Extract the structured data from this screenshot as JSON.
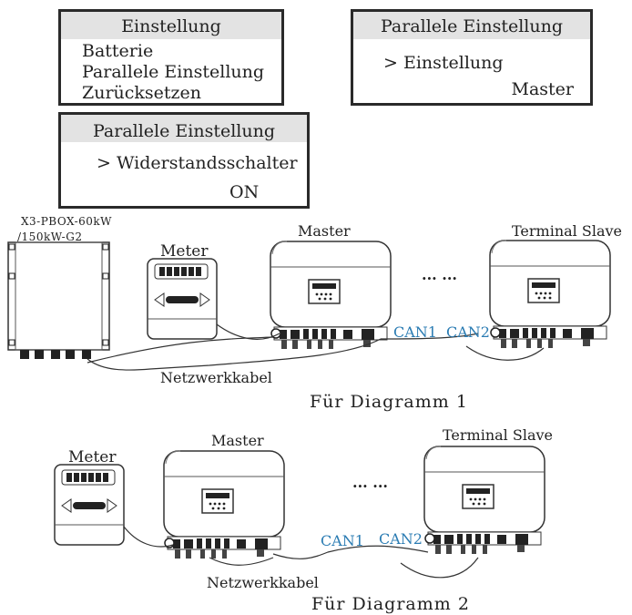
{
  "menu_main": {
    "title": "Einstellung",
    "items": [
      "Batterie",
      "Parallele Einstellung",
      "Zurücksetzen"
    ]
  },
  "menu_parallel": {
    "title": "Parallele Einstellung",
    "item": "> Einstellung",
    "value": "Master"
  },
  "menu_resistor": {
    "title": "Parallele Einstellung",
    "item": "> Widerstandsschalter",
    "value": "ON"
  },
  "diagram1": {
    "pbox_label_1": "X3-PBOX-60kW",
    "pbox_label_2": "/150kW-G2",
    "meter": "Meter",
    "master": "Master",
    "slave": "Terminal Slave",
    "dots": "... ...",
    "can1": "CAN1",
    "can2": "CAN2",
    "cable": "Netzwerkkabel",
    "caption": "Für Diagramm 1"
  },
  "diagram2": {
    "meter": "Meter",
    "master": "Master",
    "slave": "Terminal Slave",
    "dots": "... ...",
    "can1": "CAN1",
    "can2": "CAN2",
    "cable": "Netzwerkkabel",
    "caption": "Für Diagramm 2"
  },
  "colors": {
    "can_label": "#2b7cb3",
    "lcd_band": "#e3e3e3"
  }
}
